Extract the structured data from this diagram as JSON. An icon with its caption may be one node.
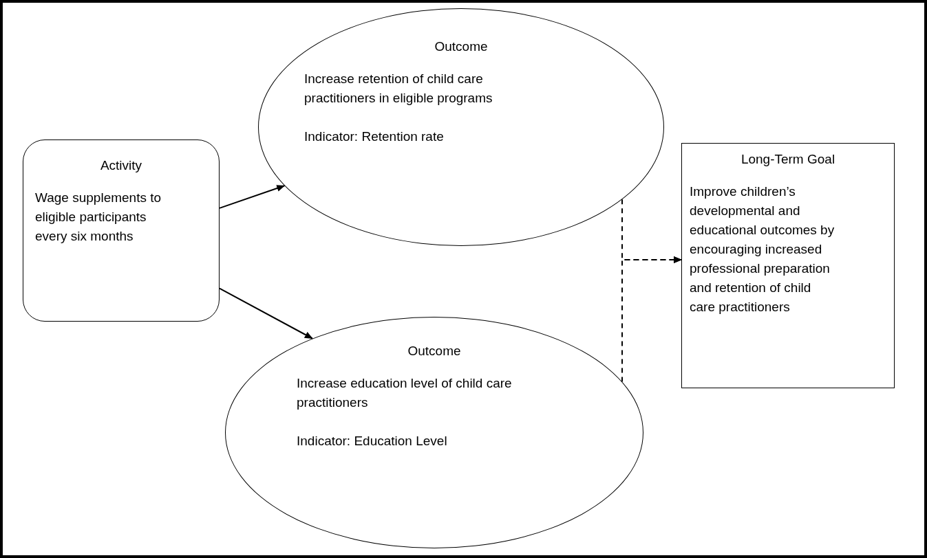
{
  "diagram": {
    "nodes": [
      {
        "text": [
          "Activity",
          "Wage supplements to eligible participants every six months"
        ]
      },
      {
        "text": [
          "Outcome",
          "Increase retention of child care practitioners in eligible programs",
          "Indicator: Retention rate"
        ]
      },
      {
        "text": [
          "Outcome",
          "Increase education level of child care practitioners",
          "Indicator: Education Level"
        ]
      },
      {
        "text": [
          "Long-Term Goal",
          "Improve children’s developmental and educational outcomes by encouraging increased professional preparation and retention of child care practitioners"
        ]
      }
    ],
    "edges": [
      {
        "from": 0,
        "to": 1,
        "arrow": "to"
      },
      {
        "from": 0,
        "to": 2,
        "arrow": "to"
      },
      {
        "from": 1,
        "to": 3,
        "arrow": "to",
        "style": "dashed"
      },
      {
        "from": 2,
        "to": 3,
        "arrow": "to",
        "style": "dashed"
      }
    ]
  }
}
